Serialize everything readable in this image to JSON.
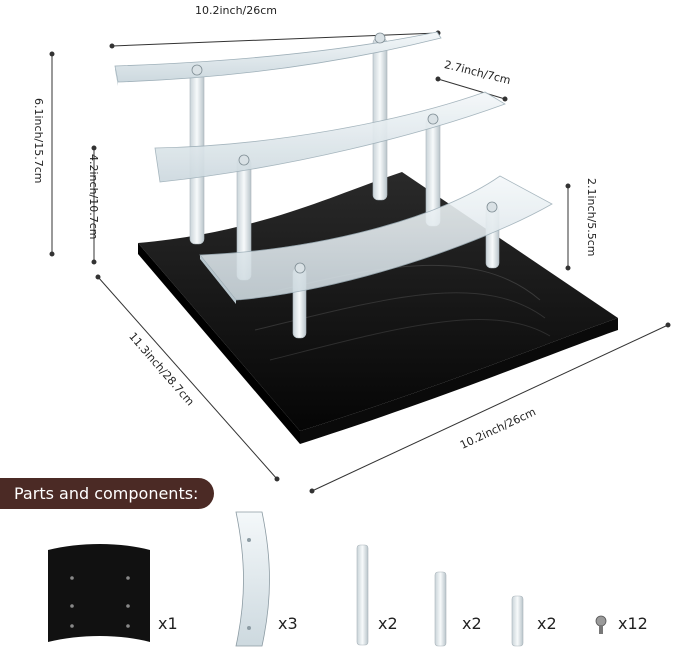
{
  "dimensions": {
    "top_width": "10.2inch/26cm",
    "tier_depth": "2.7inch/7cm",
    "total_height": "6.1inch/15.7cm",
    "mid_height": "4.2inch/10.7cm",
    "low_height": "2.1inch/5.5cm",
    "base_depth": "11.3inch/28.7cm",
    "base_width": "10.2inch/26cm"
  },
  "parts": {
    "title": "Parts and components:",
    "items": [
      {
        "name": "base-plate",
        "qty": "x1"
      },
      {
        "name": "curved-shelf",
        "qty": "x3"
      },
      {
        "name": "long-pillar",
        "qty": "x2"
      },
      {
        "name": "medium-pillar",
        "qty": "x2"
      },
      {
        "name": "short-pillar",
        "qty": "x2"
      },
      {
        "name": "screw",
        "qty": "x12"
      }
    ]
  },
  "colors": {
    "badge": "#4b2a25",
    "base": "#141414",
    "acrylic": "#e6eef2"
  }
}
